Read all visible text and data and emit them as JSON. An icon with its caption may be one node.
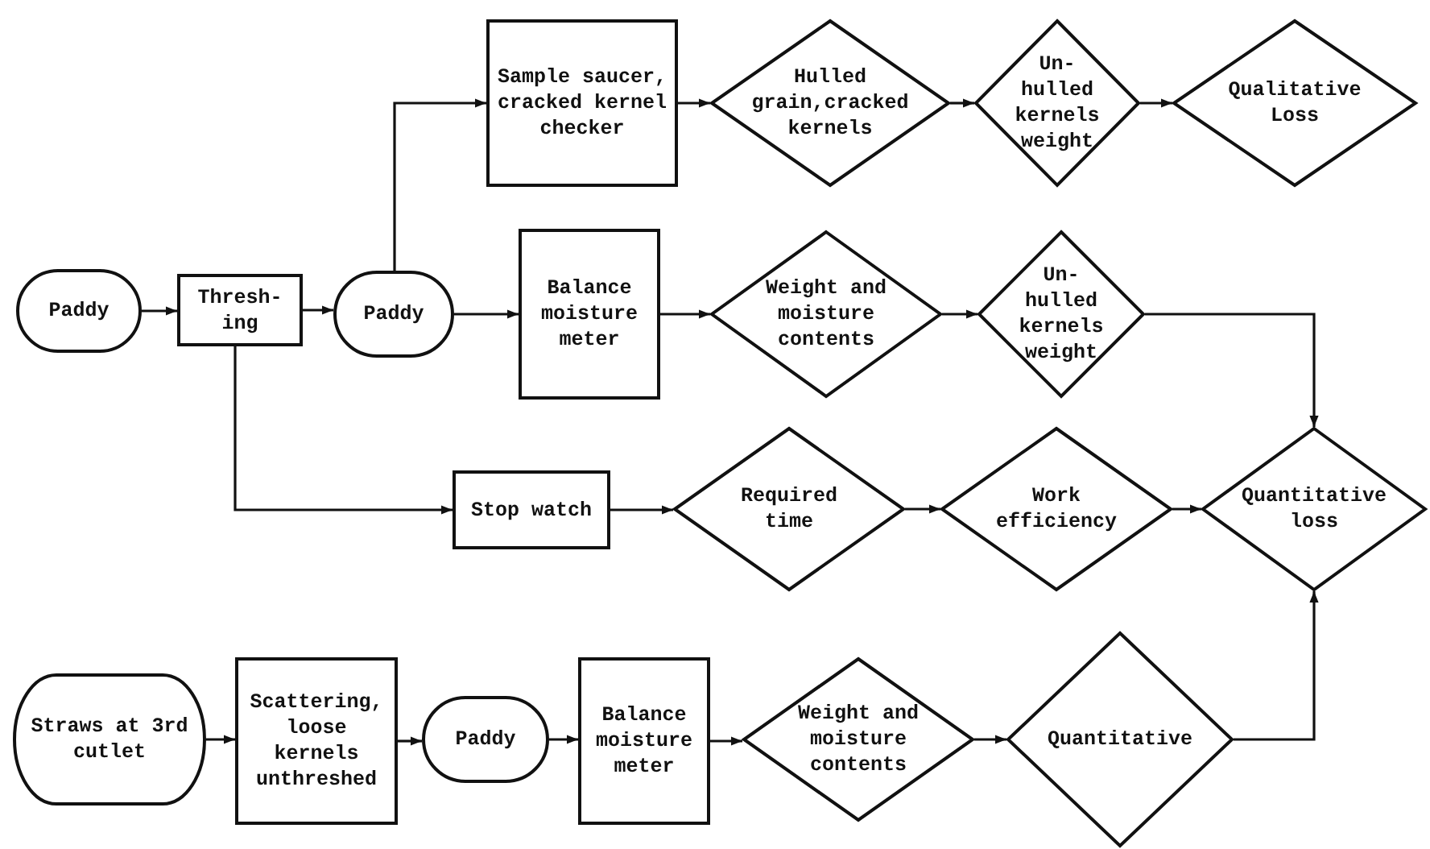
{
  "diagram": {
    "nodes": [
      {
        "text": [
          "Paddy"
        ]
      },
      {
        "text": [
          "Thresh- ing"
        ]
      },
      {
        "text": [
          "Paddy"
        ]
      },
      {
        "text": [
          "Sample saucer, cracked kernel checker"
        ]
      },
      {
        "text": [
          "Balance moisture meter"
        ]
      },
      {
        "text": [
          "Hulled grain,cracked kernels"
        ]
      },
      {
        "text": [
          "Un- hulled kernels weight"
        ]
      },
      {
        "text": [
          "Qualitative Loss"
        ]
      },
      {
        "text": [
          "Weight and moisture contents"
        ]
      },
      {
        "text": [
          "Un- hulled kernels weight"
        ]
      },
      {
        "text": [
          "Stop watch"
        ]
      },
      {
        "text": [
          "Required time"
        ]
      },
      {
        "text": [
          "Work efficiency"
        ]
      },
      {
        "text": [
          "Quantitative loss"
        ]
      },
      {
        "text": [
          "Straws at 3rd cutlet"
        ]
      },
      {
        "text": [
          "Scattering, loose kernels unthreshed"
        ]
      },
      {
        "text": [
          "Paddy"
        ]
      },
      {
        "text": [
          "Balance moisture meter"
        ]
      },
      {
        "text": [
          "Weight and moisture contents"
        ]
      },
      {
        "text": [
          "Quantitative"
        ]
      }
    ],
    "edges": [
      {
        "from": 0,
        "to": 1,
        "arrow": "to"
      },
      {
        "from": 1,
        "to": 2,
        "arrow": "to"
      },
      {
        "from": 2,
        "to": 3,
        "arrow": "to"
      },
      {
        "from": 2,
        "to": 4,
        "arrow": "to"
      },
      {
        "from": 3,
        "to": 5,
        "arrow": "to"
      },
      {
        "from": 5,
        "to": 6,
        "arrow": "to"
      },
      {
        "from": 6,
        "to": 7,
        "arrow": "to"
      },
      {
        "from": 4,
        "to": 8,
        "arrow": "to"
      },
      {
        "from": 8,
        "to": 9,
        "arrow": "to"
      },
      {
        "from": 9,
        "to": 13,
        "arrow": "to"
      },
      {
        "from": 1,
        "to": 10,
        "arrow": "to"
      },
      {
        "from": 10,
        "to": 11,
        "arrow": "to"
      },
      {
        "from": 11,
        "to": 12,
        "arrow": "to"
      },
      {
        "from": 12,
        "to": 13,
        "arrow": "to"
      },
      {
        "from": 14,
        "to": 15,
        "arrow": "to"
      },
      {
        "from": 15,
        "to": 16,
        "arrow": "to"
      },
      {
        "from": 16,
        "to": 17,
        "arrow": "to"
      },
      {
        "from": 17,
        "to": 18,
        "arrow": "to"
      },
      {
        "from": 18,
        "to": 19,
        "arrow": "to"
      },
      {
        "from": 19,
        "to": 13,
        "arrow": "to"
      }
    ]
  }
}
